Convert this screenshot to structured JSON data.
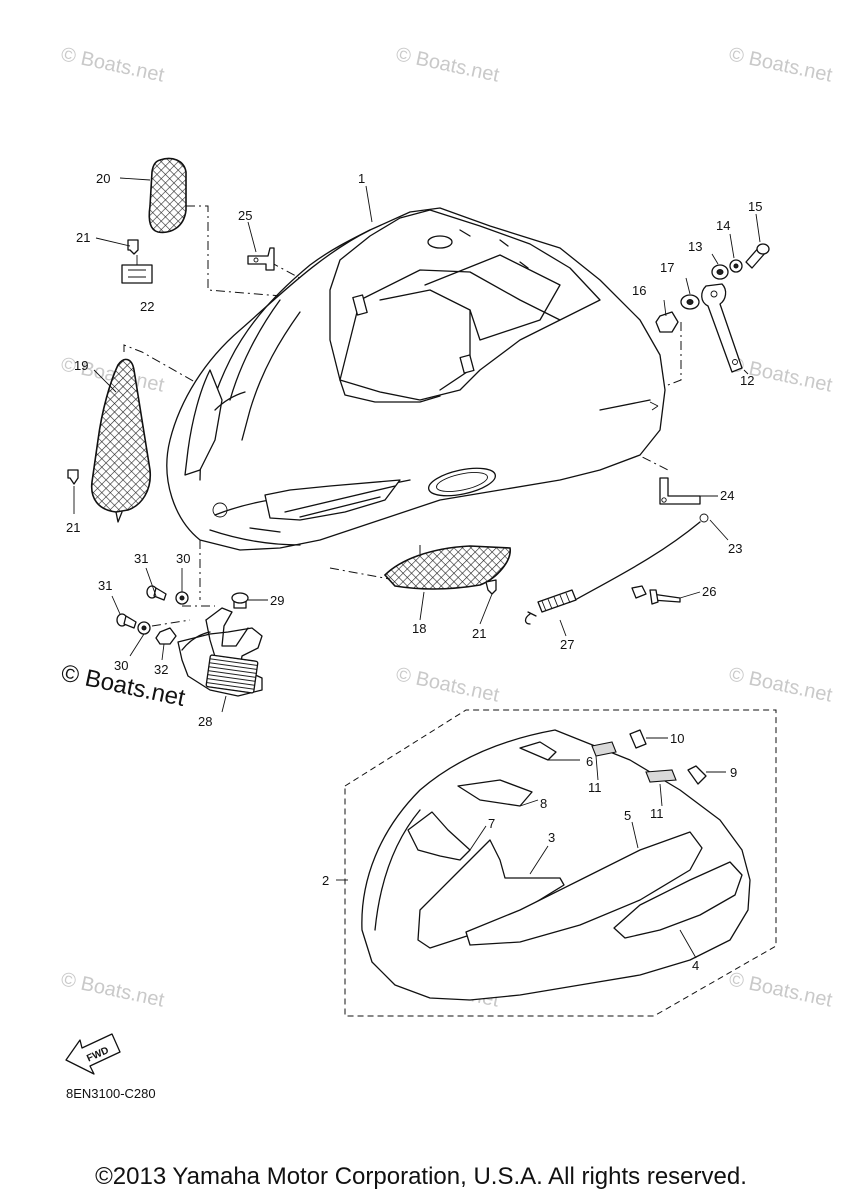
{
  "watermark": {
    "text": "© Boats.net",
    "large_text": "© Boats.net"
  },
  "diagram_code": "8EN3100-C280",
  "fwd_label": "FWD",
  "copyright": "©2013 Yamaha Motor Corporation, U.S.A. All rights reserved.",
  "callouts": {
    "c1": "1",
    "c2": "2",
    "c3": "3",
    "c4": "4",
    "c5": "5",
    "c6": "6",
    "c7": "7",
    "c8": "8",
    "c9": "9",
    "c10": "10",
    "c11a": "11",
    "c11b": "11",
    "c12": "12",
    "c13": "13",
    "c14": "14",
    "c15": "15",
    "c16": "16",
    "c17": "17",
    "c18": "18",
    "c19": "19",
    "c20": "20",
    "c21a": "21",
    "c21b": "21",
    "c21c": "21",
    "c22": "22",
    "c23": "23",
    "c24": "24",
    "c25": "25",
    "c26": "26",
    "c27": "27",
    "c28": "28",
    "c29": "29",
    "c30a": "30",
    "c30b": "30",
    "c31a": "31",
    "c31b": "31",
    "c32": "32"
  }
}
